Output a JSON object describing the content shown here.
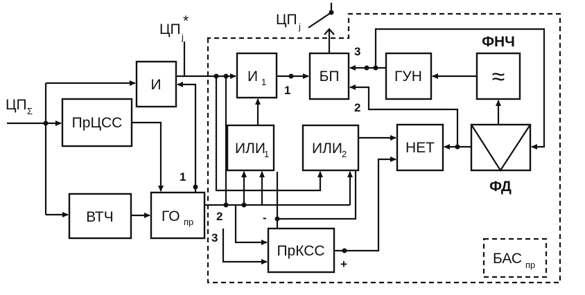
{
  "inputs": {
    "cp_sigma": {
      "main": "ЦП",
      "sub": "Σ"
    },
    "cp_j_star": {
      "main": "ЦП",
      "sub": "j",
      "sup": "*"
    },
    "cp_j": {
      "main": "ЦП",
      "sub": "j"
    }
  },
  "blocks": {
    "and_main": {
      "label": "И"
    },
    "pr_tss": {
      "label": "ПрЦСС"
    },
    "vtch": {
      "label": "ВТЧ"
    },
    "go_pr": {
      "label": "ГО",
      "sub": "пр"
    },
    "and1": {
      "label": "И",
      "sub": "1"
    },
    "bp": {
      "label": "БП"
    },
    "gun": {
      "label": "ГУН"
    },
    "fnch": {
      "label": "ФНЧ",
      "symbol": "≈"
    },
    "ili1": {
      "label": "ИЛИ",
      "sub": "1"
    },
    "ili2": {
      "label": "ИЛИ",
      "sub": "2"
    },
    "net": {
      "label": "НЕТ"
    },
    "fd": {
      "label": "ФД"
    },
    "pr_kss": {
      "label": "ПрКСС"
    },
    "bas_pr": {
      "label": "БАС",
      "sub": "пр"
    }
  },
  "port_numbers": {
    "bp_in3": "3",
    "bp_in2": "2",
    "and1_out": "1",
    "go_out1": "1",
    "go_out2": "2",
    "go_out3": "3"
  },
  "polarity": {
    "minus": "-",
    "plus": "+"
  },
  "colors": {
    "ink": "#111111",
    "paper": "#ffffff"
  }
}
